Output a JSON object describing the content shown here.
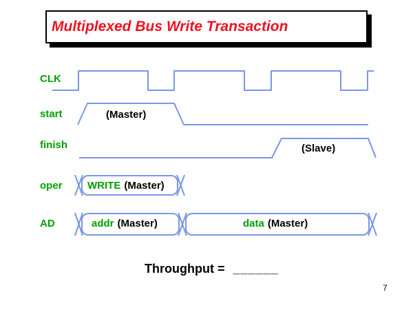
{
  "slide": {
    "title": "Multiplexed Bus Write Transaction",
    "page_number": "7"
  },
  "signals": [
    {
      "name": "CLK"
    },
    {
      "name": "start",
      "annotation": "(Master)"
    },
    {
      "name": "finish",
      "annotation": "(Slave)"
    },
    {
      "name": "oper",
      "segments": [
        {
          "value": "WRITE",
          "owner": "(Master)"
        }
      ]
    },
    {
      "name": "AD",
      "segments": [
        {
          "value": "addr",
          "owner": "(Master)"
        },
        {
          "value": "data",
          "owner": "(Master)"
        }
      ]
    }
  ],
  "throughput": {
    "label": "Throughput =",
    "blank": "______"
  },
  "colors": {
    "title_red": "#ee1122",
    "signal_green": "#00a000",
    "wave_blue": "#7896e8",
    "text_black": "#000000",
    "background": "#ffffff"
  }
}
